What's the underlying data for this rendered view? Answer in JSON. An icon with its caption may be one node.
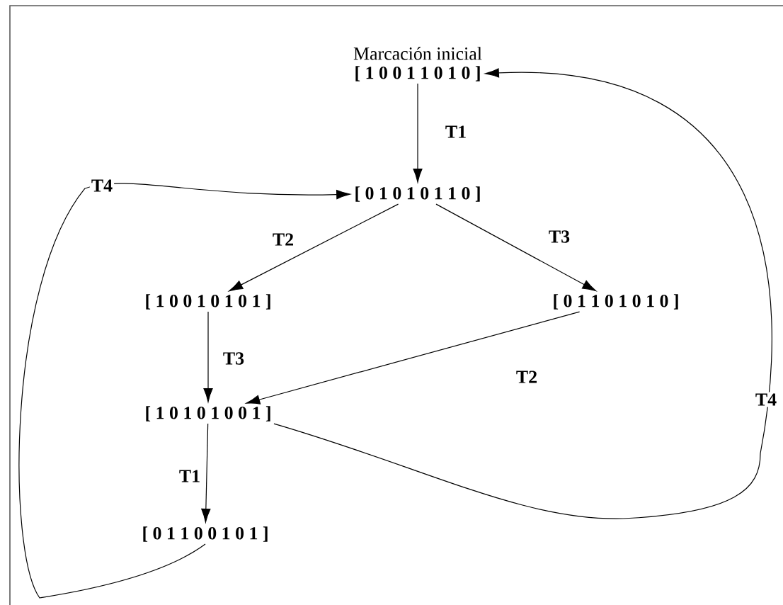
{
  "diagram": {
    "nodes": [
      {
        "text": [
          "[ 1 0 0 1 1 0 1 0 ]"
        ],
        "beside": [
          "Marcación inicial"
        ]
      },
      {
        "text": [
          "[ 0 1 0 1 0 1 1 0 ]"
        ]
      },
      {
        "text": [
          "[ 1 0 0 1 0 1 0 1 ]"
        ]
      },
      {
        "text": [
          "[ 0 1 1 0 1 0 1 0 ]"
        ]
      },
      {
        "text": [
          "[ 1 0 1 0 1 0 0 1 ]"
        ]
      },
      {
        "text": [
          "[ 0 1 1 0 0 1 0 1 ]"
        ]
      }
    ],
    "edges": [
      {
        "from": 0,
        "to": 1,
        "arrow": "to",
        "label": "T1"
      },
      {
        "from": 1,
        "to": 2,
        "arrow": "to",
        "label": "T2"
      },
      {
        "from": 1,
        "to": 3,
        "arrow": "to",
        "label": "T3"
      },
      {
        "from": 2,
        "to": 4,
        "arrow": "to",
        "label": "T3"
      },
      {
        "from": 3,
        "to": 4,
        "arrow": "to",
        "label": "T2"
      },
      {
        "from": 4,
        "to": 5,
        "arrow": "to",
        "label": "T1"
      },
      {
        "from": 4,
        "to": 0,
        "arrow": "to",
        "label": "T4"
      },
      {
        "from": 5,
        "to": 1,
        "arrow": "to",
        "label": "T4"
      }
    ]
  }
}
